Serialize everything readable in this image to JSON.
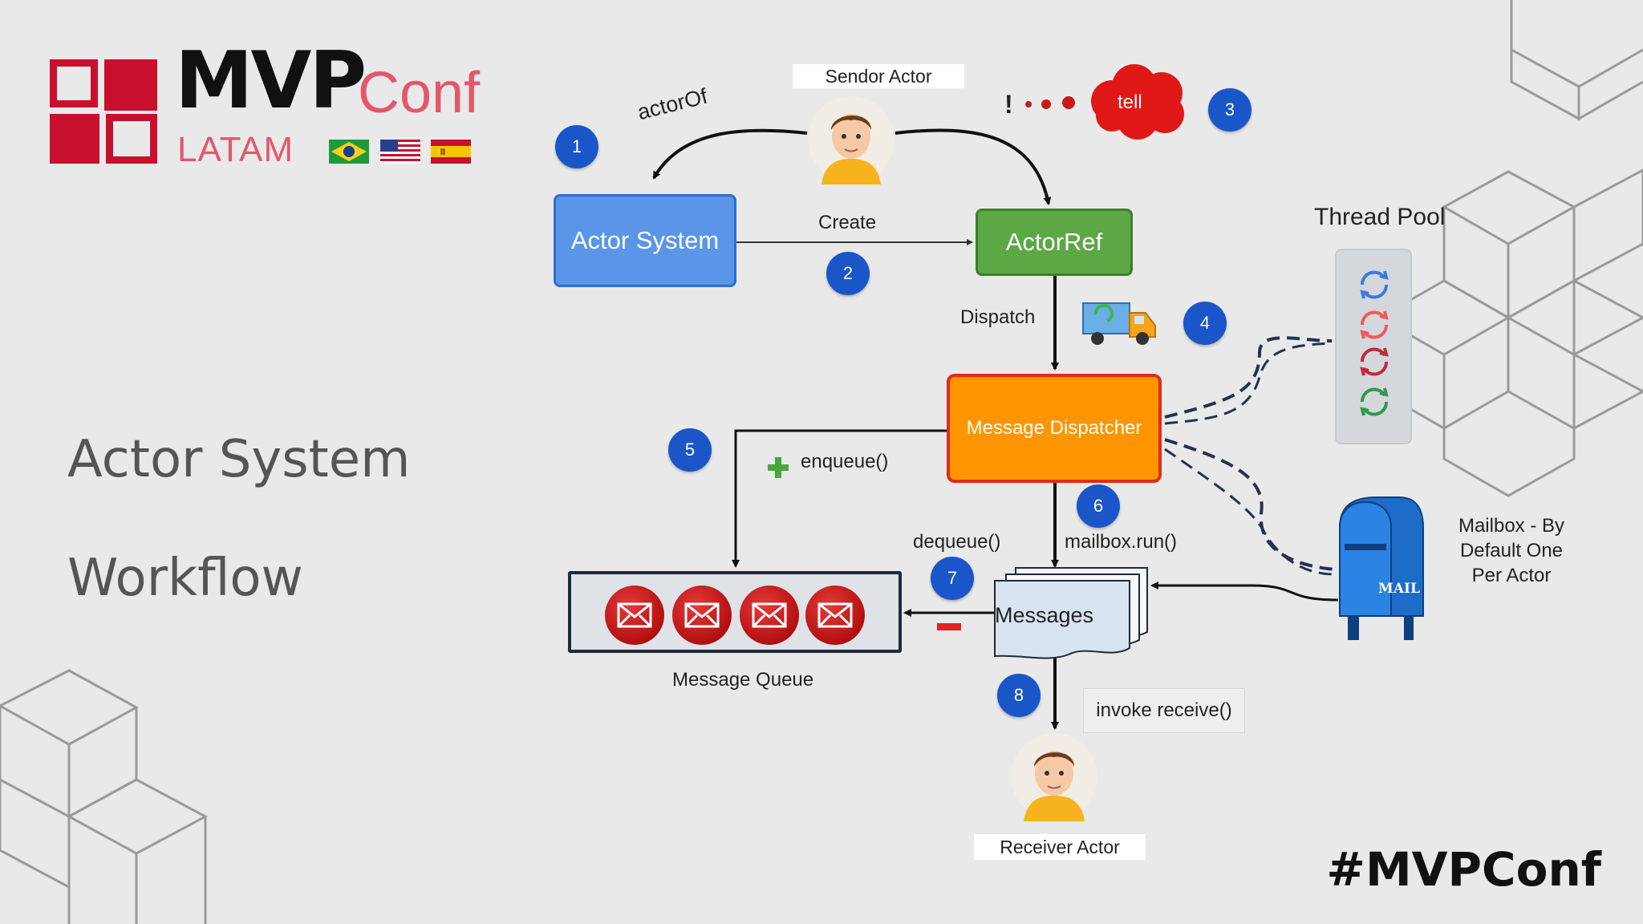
{
  "branding": {
    "logo_main": "MVP",
    "logo_sub": "Conf",
    "logo_region": "LATAM",
    "flags": [
      "brazil-flag",
      "usa-flag",
      "spain-flag"
    ],
    "hashtag": "#MVPConf",
    "accent_color": "#c8102e",
    "accent_light": "#e4576a"
  },
  "slide": {
    "title_line1": "Actor System",
    "title_line2": "Workflow"
  },
  "diagram": {
    "nodes": {
      "actor_system": "Actor System",
      "actorref": "ActorRef",
      "message_dispatcher": "Message Dispatcher",
      "messages": "Messages",
      "message_queue": "Message Queue",
      "thread_pool": "Thread Pool",
      "mailbox": "Mailbox - By\nDefault One\nPer Actor",
      "mailbox_sign": "MAIL"
    },
    "actors": {
      "sender": "Sendor Actor",
      "receiver": "Receiver Actor"
    },
    "edge_labels": {
      "actor_of": "actorOf",
      "create": "Create",
      "tell_bang": "!",
      "tell": "tell",
      "dispatch": "Dispatch",
      "enqueue": "enqueue()",
      "dequeue": "dequeue()",
      "mailbox_run": "mailbox.run()",
      "invoke_receive": "invoke receive()"
    },
    "steps": [
      "1",
      "2",
      "3",
      "4",
      "5",
      "6",
      "7",
      "8"
    ],
    "colors": {
      "step_badge": "#1a56c8",
      "actor_system": "#5b95e8",
      "actorref": "#5ba844",
      "dispatcher": "#ff9500",
      "dispatcher_border": "#e02c1a",
      "envelope": "#c81818"
    }
  }
}
